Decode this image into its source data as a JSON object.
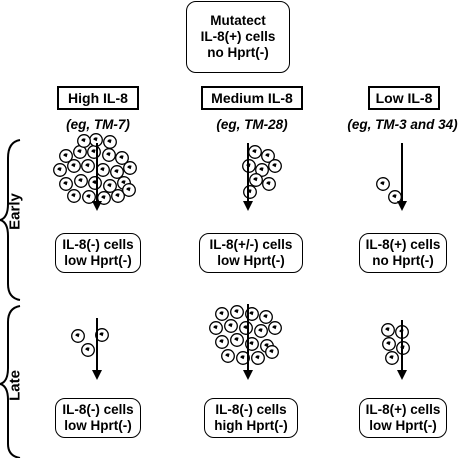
{
  "top_box": [
    "Mutatect",
    "IL-8(+) cells",
    "no Hprt(-)"
  ],
  "columns": [
    {
      "header": "High IL-8",
      "example": "(eg, TM-7)"
    },
    {
      "header": "Medium IL-8",
      "example": "(eg, TM-28)"
    },
    {
      "header": "Low IL-8",
      "example": "(eg, TM-3 and 34)"
    }
  ],
  "rows": [
    {
      "label": "Early",
      "results": [
        [
          "IL-8(-) cells",
          "low Hprt(-)"
        ],
        [
          "IL-8(+/-) cells",
          "low Hprt(-)"
        ],
        [
          "IL-8(+) cells",
          "no Hprt(-)"
        ]
      ]
    },
    {
      "label": "Late",
      "results": [
        [
          "IL-8(-) cells",
          "low Hprt(-)"
        ],
        [
          "IL-8(-) cells",
          "high Hprt(-)"
        ],
        [
          "IL-8(+) cells",
          "low Hprt(-)"
        ]
      ]
    }
  ]
}
